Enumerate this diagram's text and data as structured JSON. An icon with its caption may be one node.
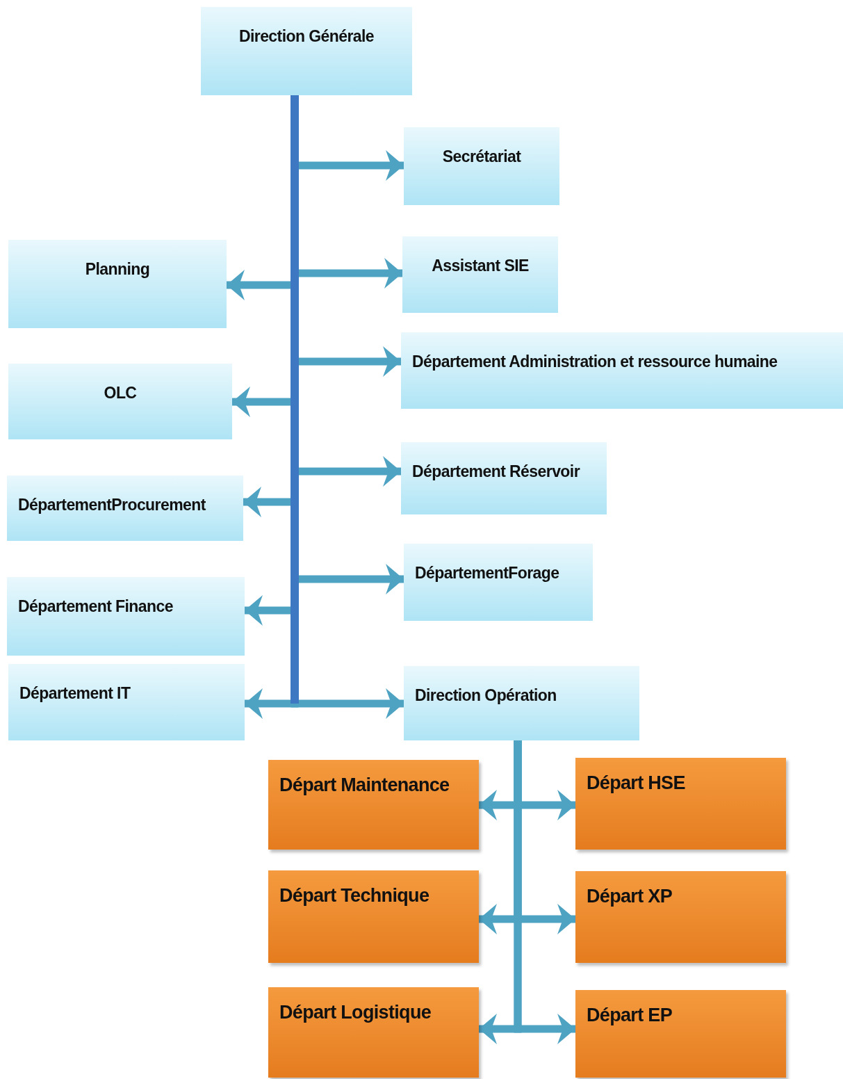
{
  "diagram": {
    "nodes": [
      {
        "text": [
          "Direction Générale"
        ]
      },
      {
        "text": [
          "Secrétariat"
        ]
      },
      {
        "text": [
          "Planning"
        ]
      },
      {
        "text": [
          "Assistant SIE"
        ]
      },
      {
        "text": [
          "Département Administration et ressource humaine"
        ]
      },
      {
        "text": [
          "OLC"
        ]
      },
      {
        "text": [
          "Département Réservoir"
        ]
      },
      {
        "text": [
          "DépartementProcurement"
        ]
      },
      {
        "text": [
          "DépartementForage"
        ]
      },
      {
        "text": [
          "Département Finance"
        ]
      },
      {
        "text": [
          "Département IT"
        ]
      },
      {
        "text": [
          "Direction Opération"
        ]
      },
      {
        "text": [
          "Départ Maintenance"
        ]
      },
      {
        "text": [
          "Départ HSE"
        ]
      },
      {
        "text": [
          "Départ Technique"
        ]
      },
      {
        "text": [
          "Départ XP"
        ]
      },
      {
        "text": [
          "Départ Logistique"
        ]
      },
      {
        "text": [
          "Départ EP"
        ]
      }
    ],
    "edges": [
      {
        "from": 0,
        "to": 1,
        "arrow": "to"
      },
      {
        "from": 0,
        "to": 2,
        "arrow": "to"
      },
      {
        "from": 0,
        "to": 3,
        "arrow": "to"
      },
      {
        "from": 0,
        "to": 4,
        "arrow": "to"
      },
      {
        "from": 0,
        "to": 5,
        "arrow": "to"
      },
      {
        "from": 0,
        "to": 6,
        "arrow": "to"
      },
      {
        "from": 0,
        "to": 7,
        "arrow": "to"
      },
      {
        "from": 0,
        "to": 8,
        "arrow": "to"
      },
      {
        "from": 0,
        "to": 9,
        "arrow": "to"
      },
      {
        "from": 0,
        "to": 10,
        "arrow": "to"
      },
      {
        "from": 0,
        "to": 11,
        "arrow": "to"
      },
      {
        "from": 11,
        "to": 12,
        "arrow": "to"
      },
      {
        "from": 11,
        "to": 13,
        "arrow": "to"
      },
      {
        "from": 11,
        "to": 14,
        "arrow": "to"
      },
      {
        "from": 11,
        "to": 15,
        "arrow": "to"
      },
      {
        "from": 11,
        "to": 16,
        "arrow": "to"
      },
      {
        "from": 11,
        "to": 17,
        "arrow": "to"
      }
    ]
  }
}
